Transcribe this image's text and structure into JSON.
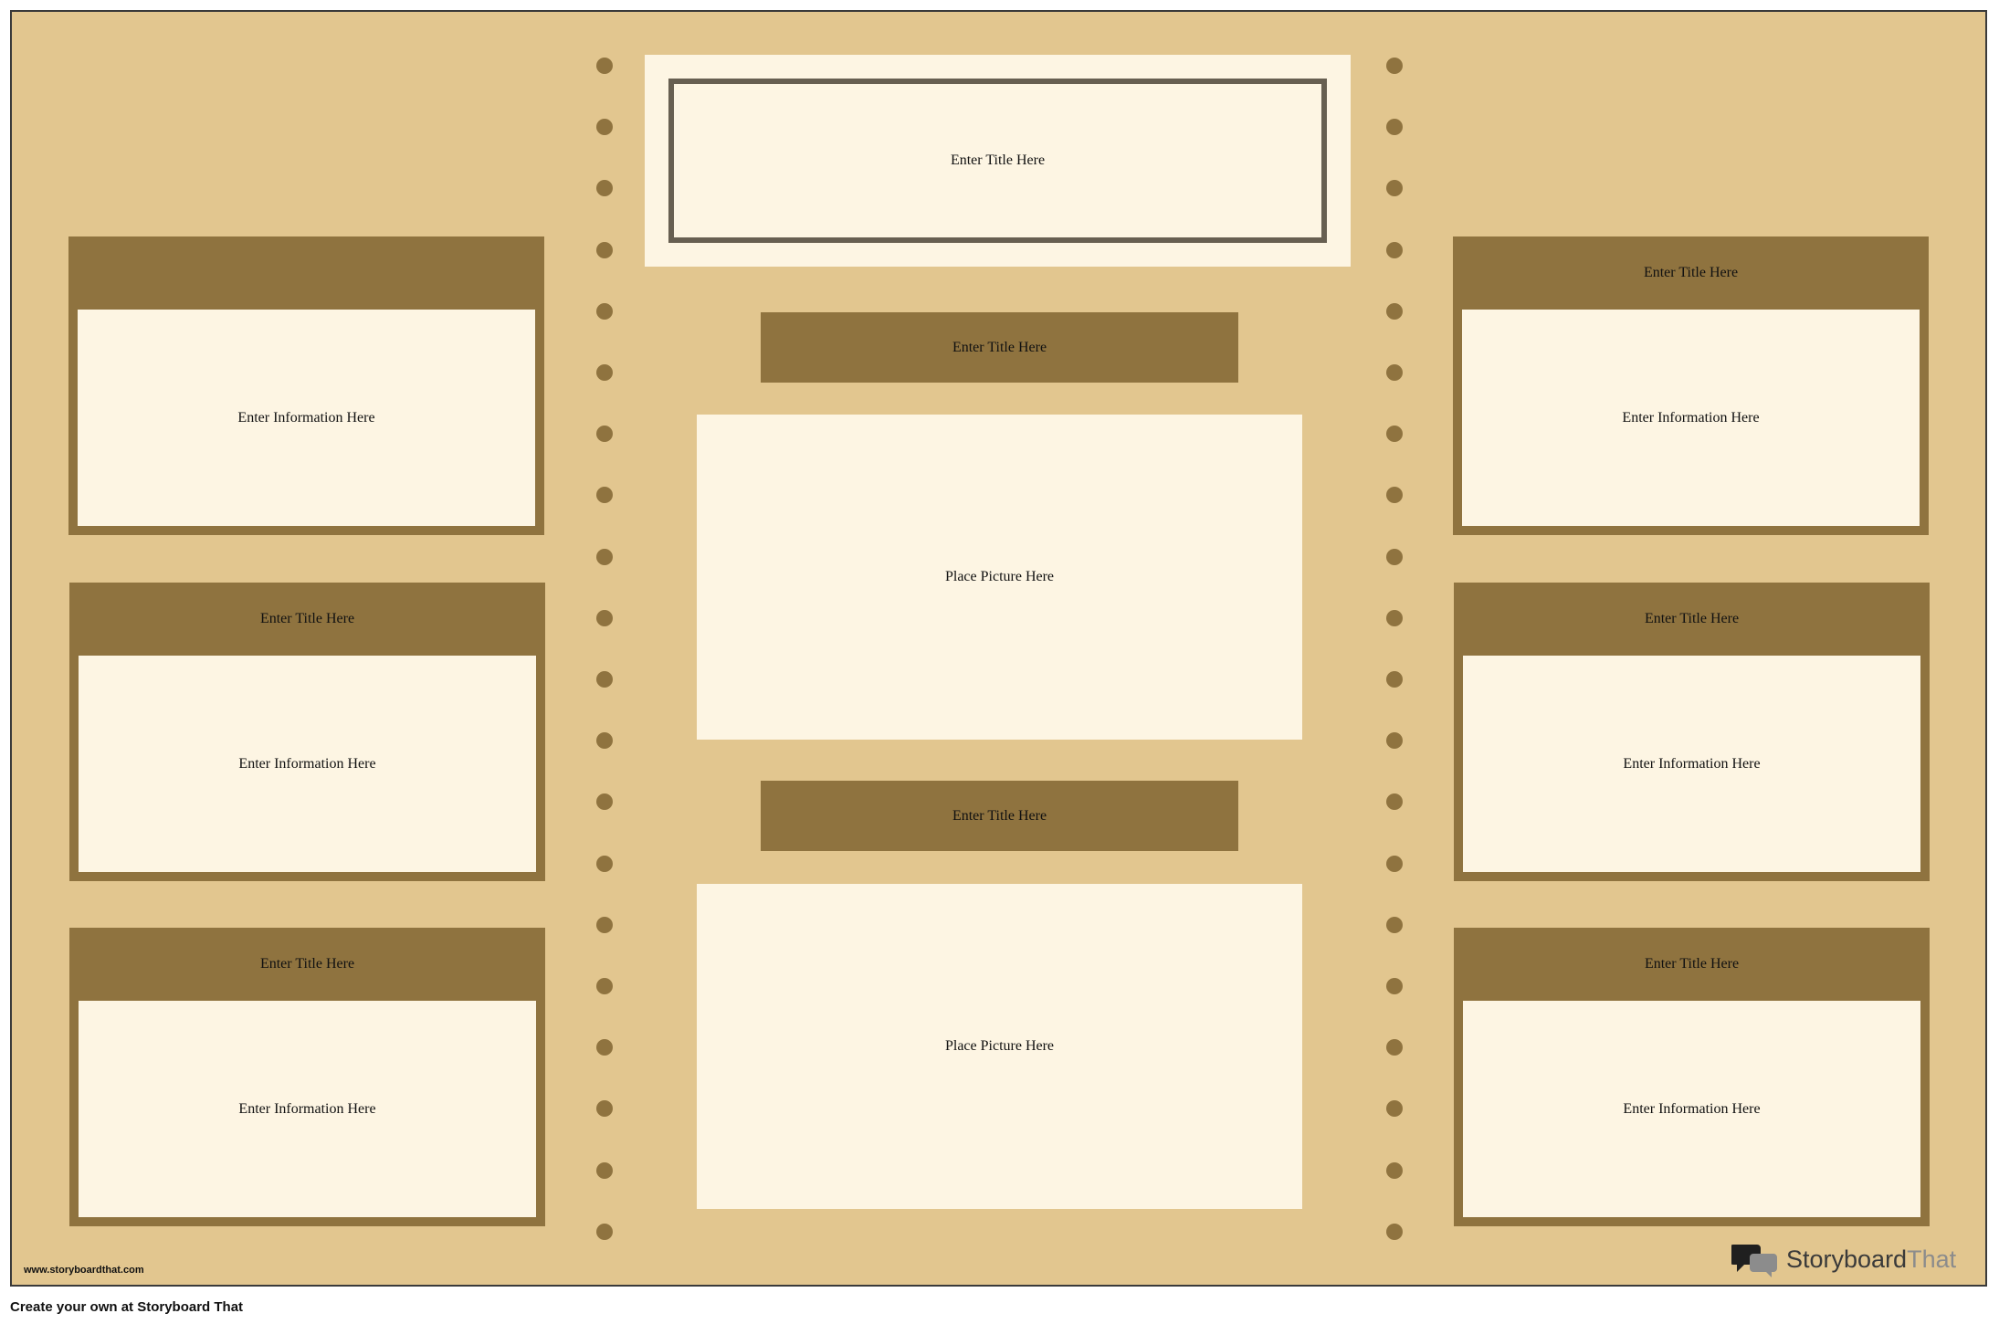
{
  "board": {
    "main_title": "Enter Title Here",
    "center_sections": [
      {
        "title": "Enter Title Here",
        "picture": "Place Picture Here"
      },
      {
        "title": "Enter Title Here",
        "picture": "Place Picture Here"
      }
    ],
    "left_panels": [
      {
        "title": "",
        "info": "Enter Information Here"
      },
      {
        "title": "Enter Title Here",
        "info": "Enter Information Here"
      },
      {
        "title": "Enter Title Here",
        "info": "Enter Information Here"
      }
    ],
    "right_panels": [
      {
        "title": "Enter Title Here",
        "info": "Enter Information Here"
      },
      {
        "title": "Enter Title Here",
        "info": "Enter Information Here"
      },
      {
        "title": "Enter Title Here",
        "info": "Enter Information Here"
      }
    ]
  },
  "watermark": {
    "url": "www.storyboardthat.com",
    "logo_part1": "Storyboard",
    "logo_part2": "That"
  },
  "footer": {
    "text": "Create your own at Storyboard That"
  },
  "colors": {
    "background": "#e2c68f",
    "panel_frame": "#8f733f",
    "panel_fill": "#fdf5e3",
    "title_border": "#675f51"
  }
}
